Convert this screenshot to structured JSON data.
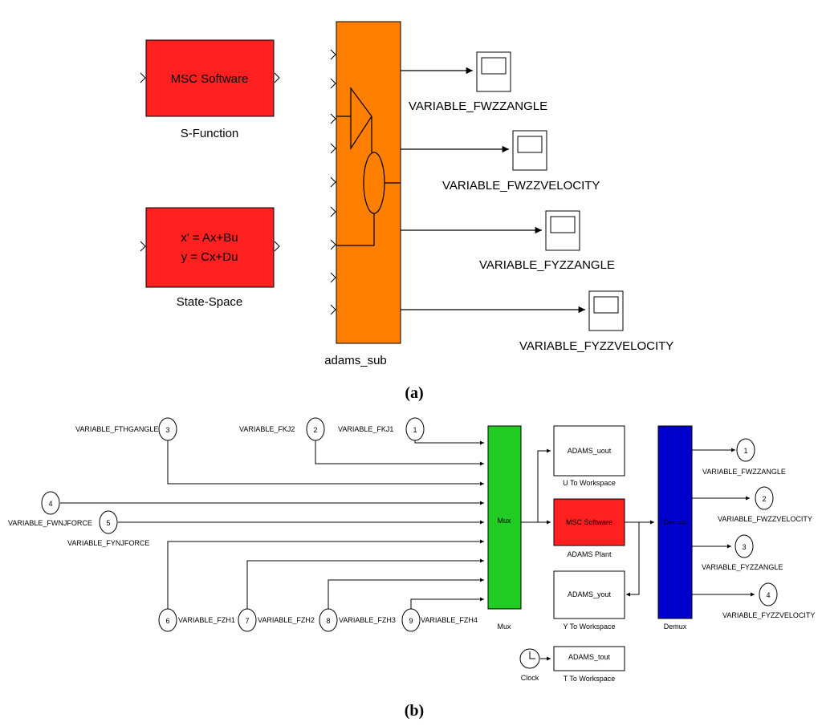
{
  "panel_a": {
    "caption": "(a)",
    "sfunction": {
      "text": "MSC Software",
      "label": "S-Function"
    },
    "statespace": {
      "line1": "x' = Ax+Bu",
      "line2": "y = Cx+Du",
      "label": "State-Space"
    },
    "subsystem": {
      "label": "adams_sub"
    },
    "scopes": [
      "VARIABLE_FWZZANGLE",
      "VARIABLE_FWZZVELOCITY",
      "VARIABLE_FYZZANGLE",
      "VARIABLE_FYZZVELOCITY"
    ],
    "colors": {
      "block_red": "#ff2020",
      "subsystem_orange": "#ff7f00"
    }
  },
  "panel_b": {
    "caption": "(b)",
    "inports": [
      {
        "num": "1",
        "label": "VARIABLE_FKJ1"
      },
      {
        "num": "2",
        "label": "VARIABLE_FKJ2"
      },
      {
        "num": "3",
        "label": "VARIABLE_FTHGANGLE"
      },
      {
        "num": "4",
        "label": "VARIABLE_FWNJFORCE"
      },
      {
        "num": "5",
        "label": "VARIABLE_FYNJFORCE"
      },
      {
        "num": "6",
        "label": "VARIABLE_FZH1"
      },
      {
        "num": "7",
        "label": "VARIABLE_FZH2"
      },
      {
        "num": "8",
        "label": "VARIABLE_FZH3"
      },
      {
        "num": "9",
        "label": "VARIABLE_FZH4"
      }
    ],
    "mux": {
      "text": "Mux",
      "label": "Mux"
    },
    "demux": {
      "text": "Demux",
      "label": "Demux"
    },
    "plant": {
      "text": "MSC Software",
      "label": "ADAMS Plant"
    },
    "workspace": [
      {
        "text": "ADAMS_uout",
        "label": "U To Workspace"
      },
      {
        "text": "ADAMS_yout",
        "label": "Y To Workspace"
      },
      {
        "text": "ADAMS_tout",
        "label": "T To Workspace"
      }
    ],
    "clock": {
      "label": "Clock"
    },
    "outports": [
      {
        "num": "1",
        "label": "VARIABLE_FWZZANGLE"
      },
      {
        "num": "2",
        "label": "VARIABLE_FWZZVELOCITY"
      },
      {
        "num": "3",
        "label": "VARIABLE_FYZZANGLE"
      },
      {
        "num": "4",
        "label": "VARIABLE_FYZZVELOCITY"
      }
    ],
    "colors": {
      "mux_green": "#22cc22",
      "demux_blue": "#0000cc",
      "plant_red": "#ff2020"
    }
  }
}
